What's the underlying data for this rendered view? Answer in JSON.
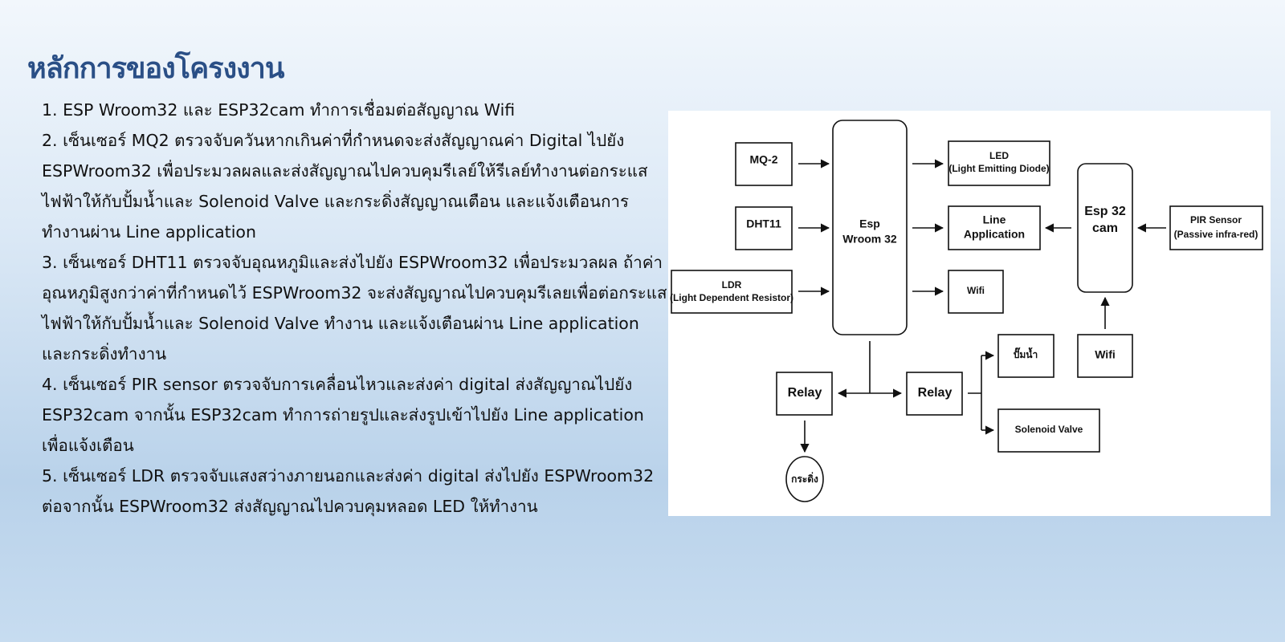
{
  "title": "หลักการของโครงงาน",
  "points": [
    "1. ESP Wroom32 และ ESP32cam ทำการเชื่อมต่อสัญญาณ Wifi",
    "2. เซ็นเซอร์ MQ2 ตรวจจับควันหากเกินค่าที่กำหนดจะส่งสัญญาณค่า Digital ไปยัง ESPWroom32 เพื่อประมวลผลและส่งสัญญาณไปควบคุมรีเลย์ให้รีเลย์ทำงานต่อกระแสไฟฟ้าให้กับปั้มน้ำและ Solenoid Valve และกระดิ่งสัญญาณเตือน และแจ้งเตือนการทำงานผ่าน Line application",
    "3. เซ็นเซอร์ DHT11 ตรวจจับอุณหภูมิและส่งไปยัง ESPWroom32 เพื่อประมวลผล ถ้าค่าอุณหภูมิสูงกว่าค่าที่กำหนดไว้ ESPWroom32 จะส่งสัญญาณไปควบคุมรีเลยเพื่อต่อกระแสไฟฟ้าให้กับปั้มน้ำและ Solenoid Valve ทำงาน และแจ้งเตือนผ่าน Line application และกระดิ่งทำงาน",
    "4. เซ็นเซอร์ PIR sensor ตรวจจับการเคลื่อนไหวและส่งค่า digital ส่งสัญญาณไปยัง ESP32cam จากนั้น ESP32cam ทำการถ่ายรูปและส่งรูปเข้าไปยัง Line application เพื่อแจ้งเตือน",
    "5. เซ็นเซอร์ LDR ตรวจจับแสงสว่างภายนอกและส่งค่า digital ส่งไปยัง ESPWroom32 ต่อจากนั้น ESPWroom32  ส่งสัญญาณไปควบคุมหลอด LED ให้ทำงาน"
  ],
  "diagram": {
    "mq2": "MQ-2",
    "dht11": "DHT11",
    "ldr_line1": "LDR",
    "ldr_line2": "(Light Dependent Resistor)",
    "esp_line1": "Esp",
    "esp_line2": "Wroom 32",
    "led_line1": "LED",
    "led_line2": "(Light Emitting Diode)",
    "line_line1": "Line",
    "line_line2": "Application",
    "wifi_out": "Wifi",
    "cam_line1": "Esp 32",
    "cam_line2": "cam",
    "pir_line1": "PIR Sensor",
    "pir_line2": "(Passive infra-red)",
    "wifi_cam": "Wifi",
    "relay_left": "Relay",
    "relay_right": "Relay",
    "pump": "ปั๊มน้ำ",
    "valve": "Solenoid Valve",
    "bell": "กระดิ่ง"
  }
}
